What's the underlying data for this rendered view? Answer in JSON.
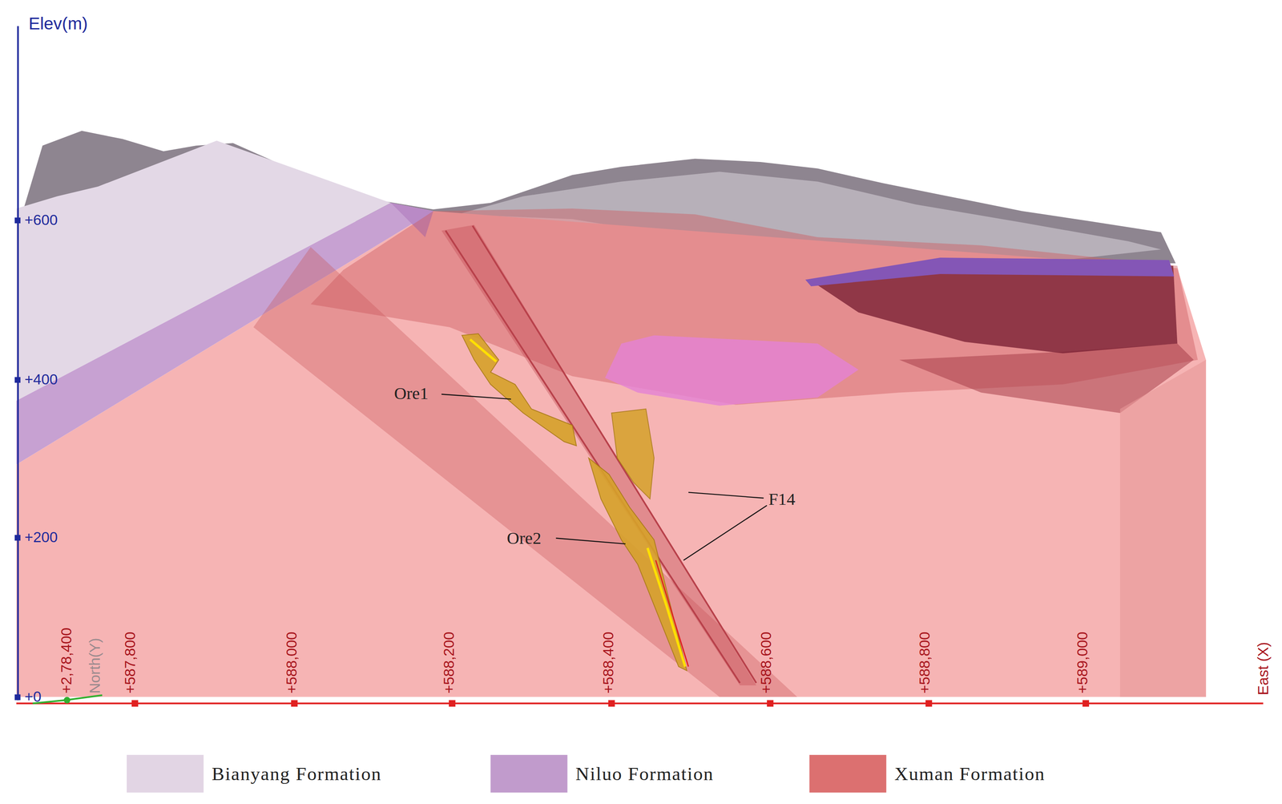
{
  "diagram": {
    "labels": [
      "Elev(m)",
      "+600",
      "+400",
      "+200",
      "+0",
      "+2,78,400",
      "North(Y)",
      "+587,800",
      "+588,000",
      "+588,200",
      "+588,400",
      "+588,600",
      "+588,800",
      "+589,000",
      "East (X)",
      "Ore1",
      "Ore2",
      "F14"
    ],
    "legend": [
      {
        "text": "Bianyang Formation",
        "color": "#e2d5e4"
      },
      {
        "text": "Niluo Formation",
        "color": "#c19bcc"
      },
      {
        "text": "Xuman Formation",
        "color": "#dc7070"
      }
    ]
  }
}
